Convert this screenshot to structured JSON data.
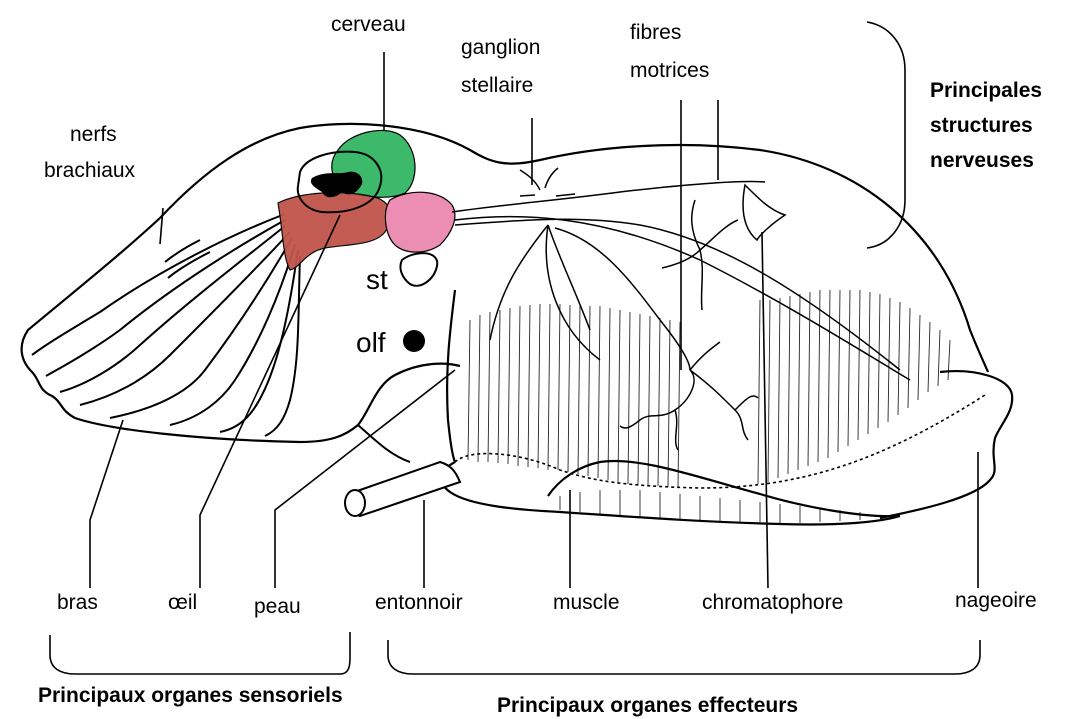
{
  "labels": {
    "cerveau": "cerveau",
    "ganglion_stellaire_1": "ganglion",
    "ganglion_stellaire_2": "stellaire",
    "fibres_motrices_1": "fibres",
    "fibres_motrices_2": "motrices",
    "nerfs_brachiaux_1": "nerfs",
    "nerfs_brachiaux_2": "brachiaux",
    "st": "st",
    "olf": "olf",
    "bras": "bras",
    "oeil": "œil",
    "peau": "peau",
    "entonnoir": "entonnoir",
    "muscle": "muscle",
    "chromatophore": "chromatophore",
    "nageoire": "nageoire"
  },
  "groups": {
    "nerveuses_1": "Principales",
    "nerveuses_2": "structures",
    "nerveuses_3": "nerveuses",
    "sensoriels": "Principaux organes sensoriels",
    "effecteurs": "Principaux organes effecteurs"
  },
  "colors": {
    "brain_green": "#3cb96a",
    "brain_red": "#c0554a",
    "brain_pink": "#ec8db4",
    "outline": "#000000"
  }
}
